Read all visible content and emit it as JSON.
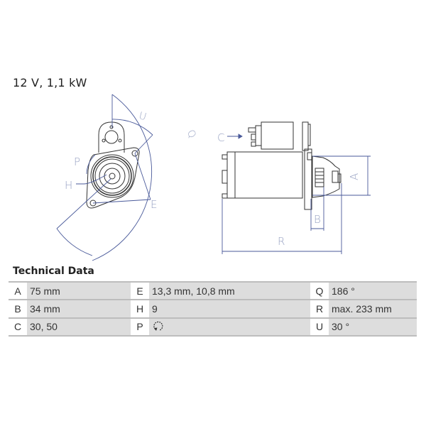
{
  "header": {
    "rating": "12 V, 1,1 kW"
  },
  "drawing": {
    "front_view_labels": [
      "U",
      "Q",
      "P",
      "H",
      "E"
    ],
    "side_view_labels": [
      "C",
      "A",
      "B",
      "R"
    ],
    "line_color": "#4a5a9a",
    "label_color": "#9aa4c4"
  },
  "technical_data": {
    "title": "Technical Data",
    "rows": [
      [
        {
          "key": "A",
          "value": "75 mm"
        },
        {
          "key": "E",
          "value": "13,3 mm, 10,8 mm"
        },
        {
          "key": "Q",
          "value": "186 °"
        }
      ],
      [
        {
          "key": "B",
          "value": "34 mm"
        },
        {
          "key": "H",
          "value": "9"
        },
        {
          "key": "R",
          "value": "max. 233 mm"
        }
      ],
      [
        {
          "key": "C",
          "value": "30, 50"
        },
        {
          "key": "P",
          "value": "",
          "icon": "counterclockwise-rotation-icon"
        },
        {
          "key": "U",
          "value": "30 °"
        }
      ]
    ]
  }
}
